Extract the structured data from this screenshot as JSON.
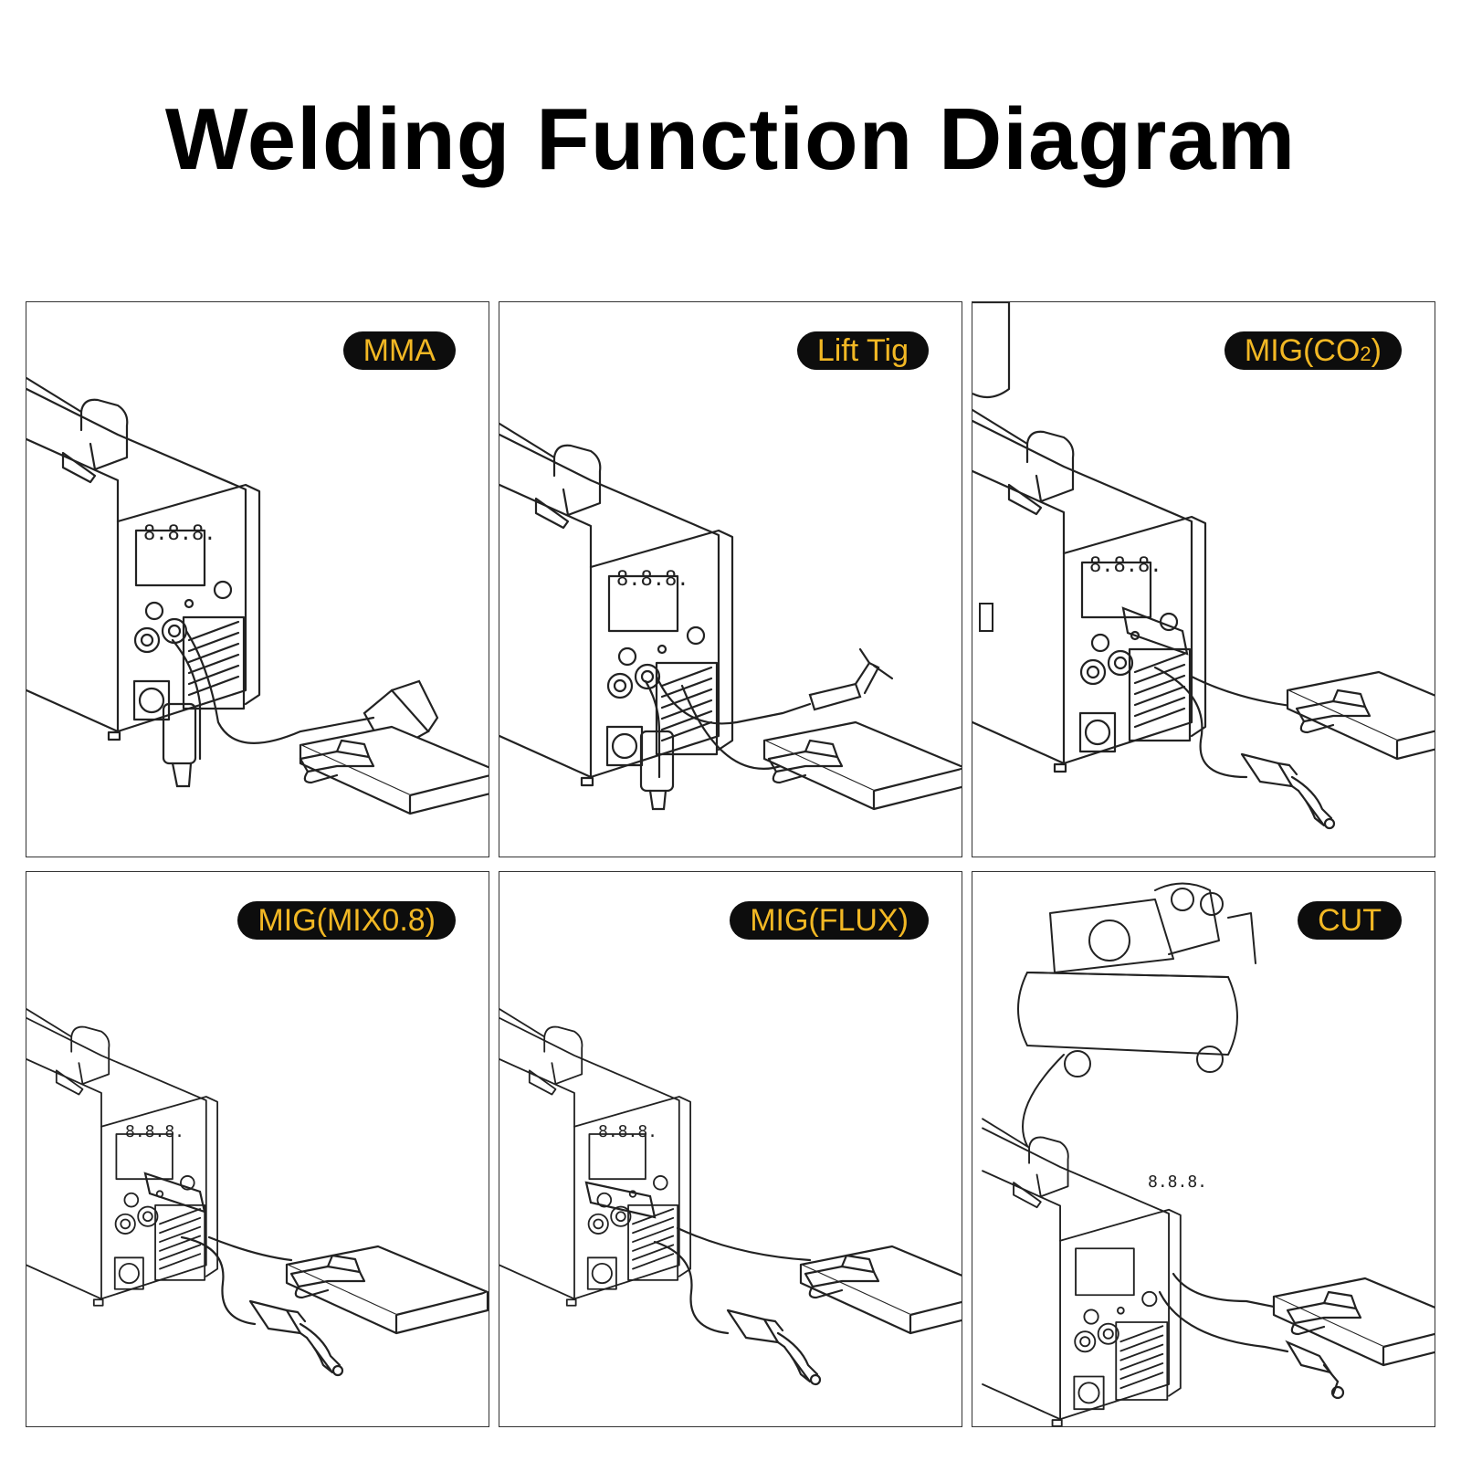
{
  "title": "Welding Function Diagram",
  "panels": [
    {
      "id": "mma",
      "label": "MMA",
      "display": "8.8.8."
    },
    {
      "id": "lift-tig",
      "label": "Lift Tig",
      "display": "8.8.8."
    },
    {
      "id": "mig-co2",
      "label_main": "MIG(CO",
      "label_sub": "2",
      "label_end": ")",
      "display": "8.8.8."
    },
    {
      "id": "mig-mix",
      "label": "MIG(MIX0.8)",
      "display": "8.8.8."
    },
    {
      "id": "mig-flux",
      "label": "MIG(FLUX)",
      "display": "8.8.8."
    },
    {
      "id": "cut",
      "label": "CUT",
      "display": "8.8.8."
    }
  ],
  "colors": {
    "badge_bg": "#0d0d0d",
    "badge_text": "#f2b824",
    "line": "#222222"
  }
}
